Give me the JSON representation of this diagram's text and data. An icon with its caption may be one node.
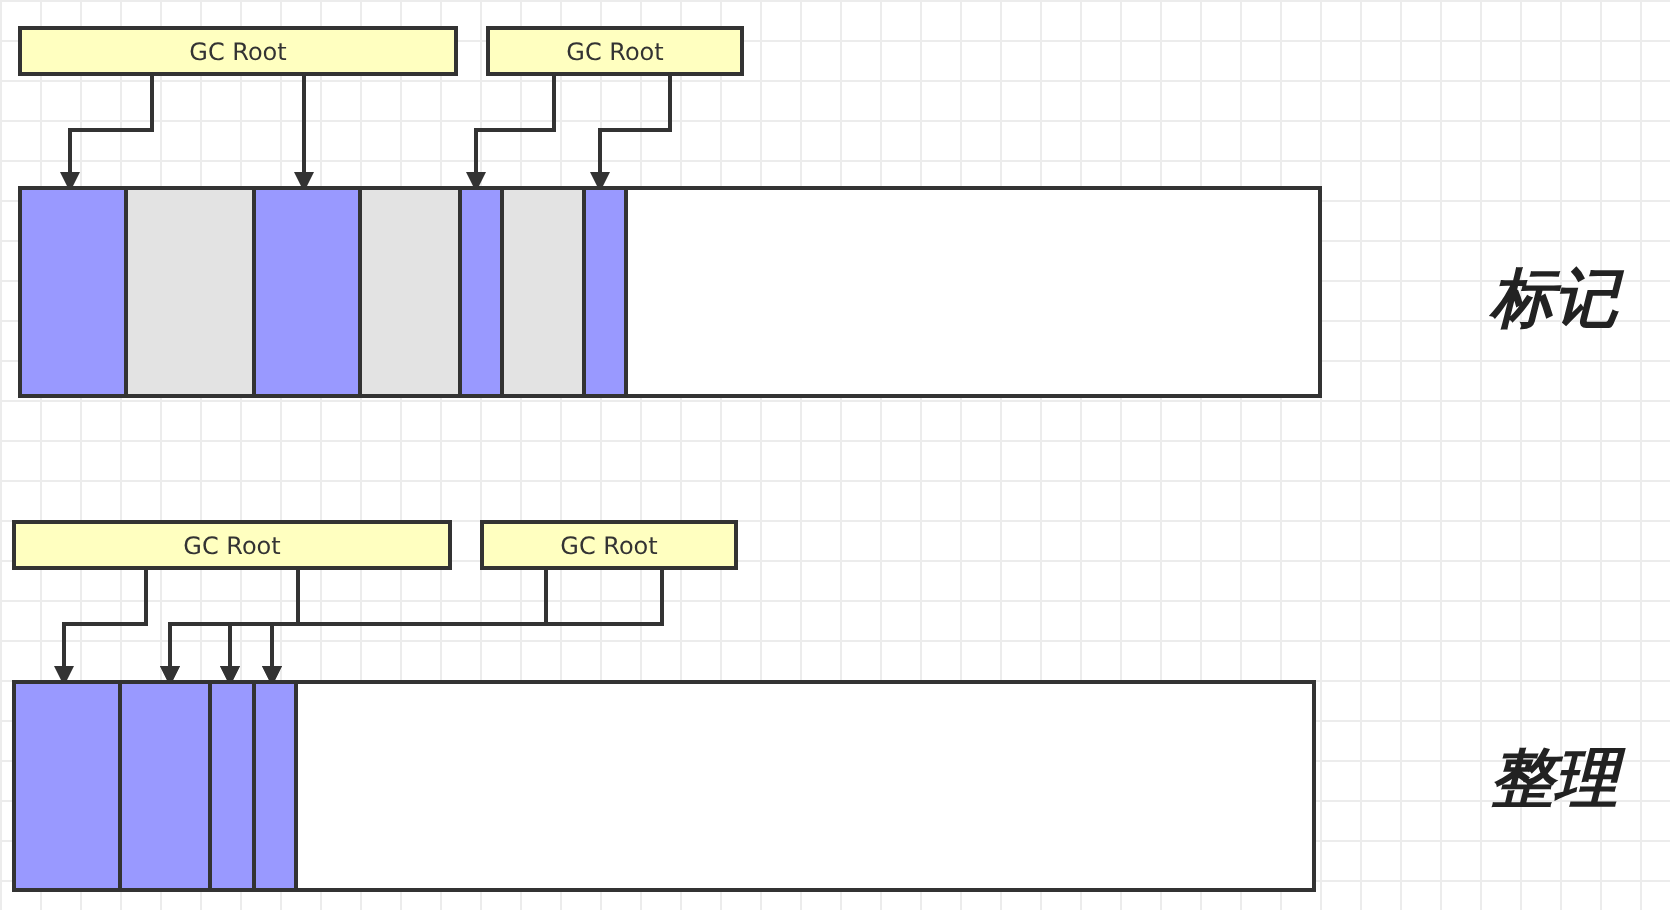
{
  "diagram": {
    "nodes": [
      {
        "text": [
          "GC Root"
        ]
      },
      {
        "text": [
          "GC Root"
        ]
      },
      {
        "text": [],
        "shape": "bar"
      },
      {
        "text": [],
        "shape": "box",
        "in": 2
      },
      {
        "text": [],
        "shape": "box",
        "in": 2
      },
      {
        "text": [],
        "shape": "box",
        "in": 2
      },
      {
        "text": [],
        "shape": "box",
        "in": 2
      },
      {
        "text": [],
        "shape": "box",
        "in": 2
      },
      {
        "text": [],
        "shape": "box",
        "in": 2
      },
      {
        "text": [],
        "shape": "box",
        "in": 2
      },
      {
        "text": [
          "GC Root"
        ]
      },
      {
        "text": [
          "GC Root"
        ]
      },
      {
        "text": [],
        "shape": "bar"
      },
      {
        "text": [],
        "shape": "box",
        "in": 12
      },
      {
        "text": [],
        "shape": "box",
        "in": 12
      },
      {
        "text": [],
        "shape": "box",
        "in": 12
      },
      {
        "text": [],
        "shape": "box",
        "in": 12
      }
    ],
    "edges": [
      {
        "from": 0,
        "to": 3,
        "arrow": "to"
      },
      {
        "from": 0,
        "to": 5,
        "arrow": "to"
      },
      {
        "from": 1,
        "to": 7,
        "arrow": "to"
      },
      {
        "from": 1,
        "to": 9,
        "arrow": "to"
      },
      {
        "from": 10,
        "to": 13,
        "arrow": "to"
      },
      {
        "from": 10,
        "to": 14,
        "arrow": "to"
      },
      {
        "from": 10,
        "to": 15,
        "arrow": "to"
      },
      {
        "from": 10,
        "to": 16,
        "arrow": "to"
      },
      {
        "from": 11,
        "to": 14,
        "arrow": "to"
      },
      {
        "from": 11,
        "to": 15,
        "arrow": "to"
      },
      {
        "from": 11,
        "to": 16,
        "arrow": "to"
      }
    ],
    "labels": [
      "标记",
      "整理"
    ]
  }
}
